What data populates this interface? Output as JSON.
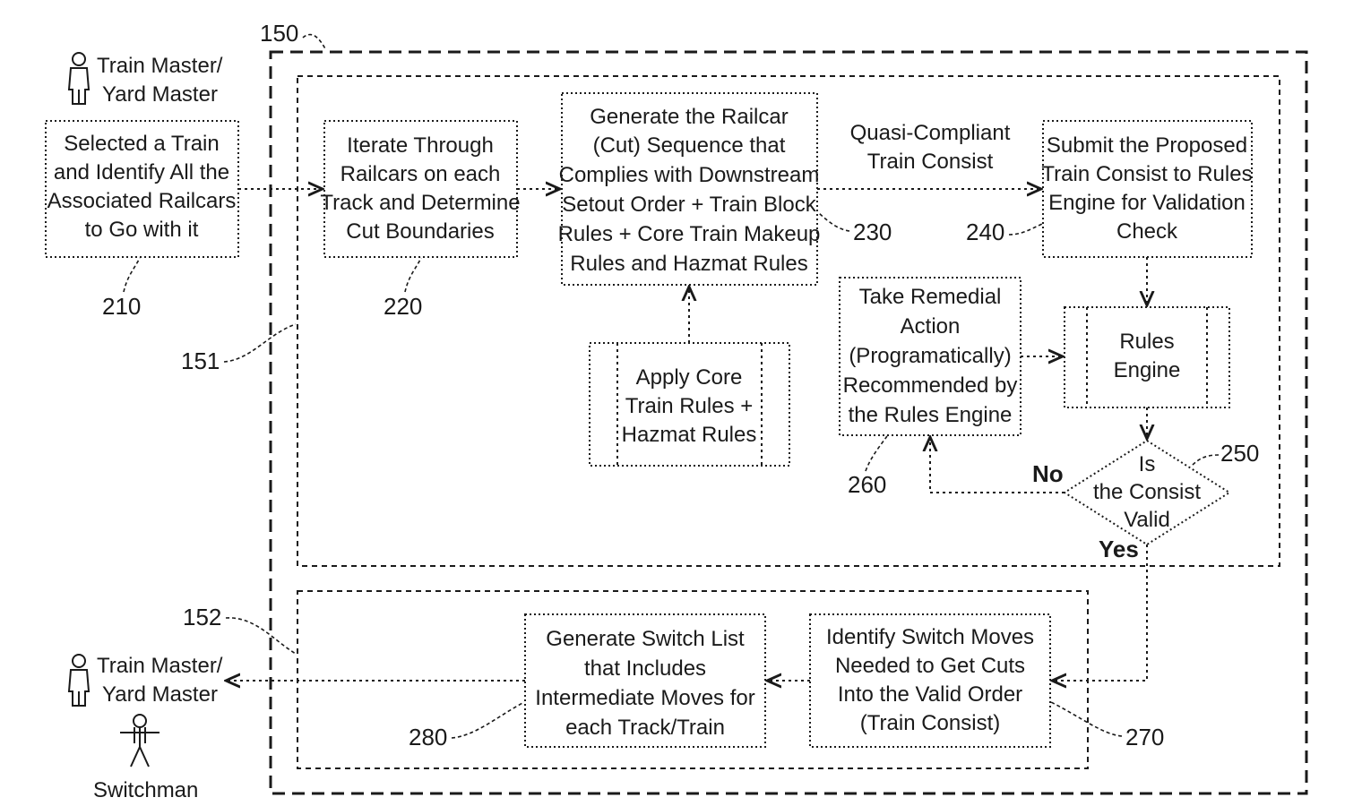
{
  "actors": {
    "top_label": [
      "Train Master/",
      "Yard Master"
    ],
    "bottom_label": [
      "Train Master/",
      "Yard Master"
    ],
    "switchman_label": "Switchman"
  },
  "refs": {
    "r150": "150",
    "r151": "151",
    "r152": "152",
    "r210": "210",
    "r220": "220",
    "r230": "230",
    "r240": "240",
    "r250": "250",
    "r260": "260",
    "r270": "270",
    "r280": "280"
  },
  "nodes": {
    "select_train": [
      "Selected a Train",
      "and Identify All the",
      "Associated Railcars",
      "to Go with it"
    ],
    "iterate_railcars": [
      "Iterate Through",
      "Railcars on each",
      "Track and Determine",
      "Cut Boundaries"
    ],
    "generate_sequence": [
      "Generate the Railcar",
      "(Cut) Sequence that",
      "Complies with Downstream",
      "Setout Order + Train Block",
      "Rules + Core Train  Makeup",
      "Rules and Hazmat Rules"
    ],
    "apply_rules": [
      "Apply Core",
      "Train Rules +",
      "Hazmat Rules"
    ],
    "submit_consist": [
      "Submit the Proposed",
      "Train Consist to Rules",
      "Engine for Validation",
      "Check"
    ],
    "rules_engine": [
      "Rules",
      "Engine"
    ],
    "remedial_action": [
      "Take Remedial",
      "Action",
      "(Programatically)",
      "Recommended by",
      "the Rules Engine"
    ],
    "decision": [
      "Is",
      "the Consist",
      "Valid"
    ],
    "identify_moves": [
      "Identify Switch Moves",
      "Needed to Get Cuts",
      "Into the Valid Order",
      "(Train Consist)"
    ],
    "switch_list": [
      "Generate Switch List",
      "that Includes",
      "Intermediate Moves for",
      "each Track/Train"
    ]
  },
  "edge_labels": {
    "quasi_compliant": [
      "Quasi-Compliant",
      "Train Consist"
    ],
    "no": "No",
    "yes": "Yes"
  }
}
